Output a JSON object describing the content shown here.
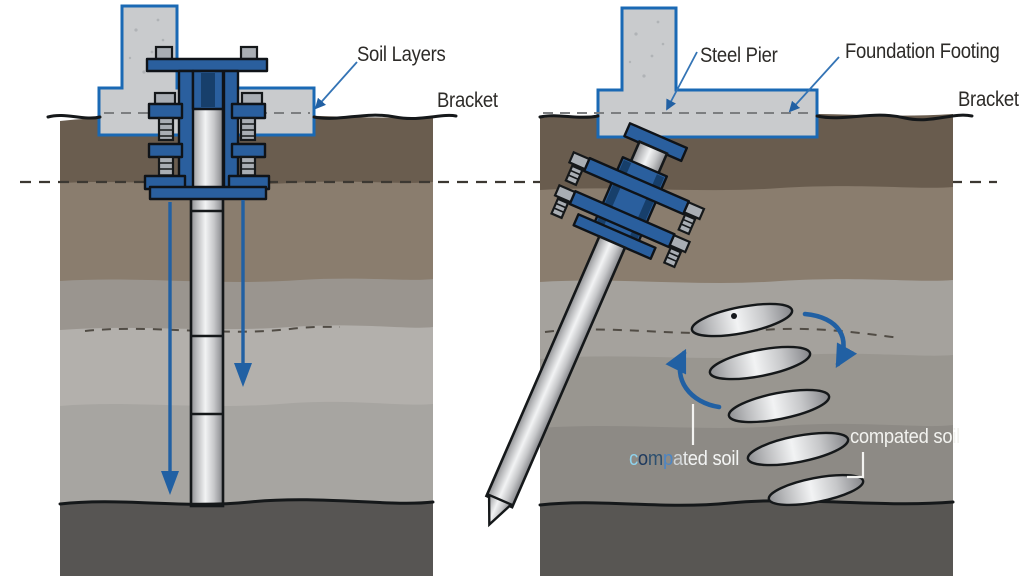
{
  "diagram": {
    "left_panel": {
      "labels": {
        "soil_layers": "Soil Layers",
        "bracket": "Bracket"
      },
      "icons": [
        "down-arrow",
        "down-arrow"
      ]
    },
    "right_panel": {
      "labels": {
        "steel_pier": "Steel Pier",
        "foundation_footing": "Foundation Footing",
        "bracket": "Bracket",
        "compacted_soil_left": "compated soil",
        "compacted_soil_right": "compated soil"
      },
      "compacted_soil_left_letters": [
        {
          "ch": "c",
          "color": "#8ed2ec"
        },
        {
          "ch": "o",
          "color": "#1f3a5e"
        },
        {
          "ch": "m",
          "color": "#2d5070"
        },
        {
          "ch": "p",
          "color": "#4d86c4"
        },
        {
          "ch": "a",
          "color": "#cfd3d6"
        },
        {
          "ch": "t",
          "color": "#e9ebeb"
        },
        {
          "ch": "e",
          "color": "#f2f3f3"
        },
        {
          "ch": "d",
          "color": "#f2f3f3"
        },
        {
          "ch": " "
        },
        {
          "ch": "s",
          "color": "#f4f5f4"
        },
        {
          "ch": "o",
          "color": "#f4f5f4"
        },
        {
          "ch": "i",
          "color": "#f4f5f4"
        },
        {
          "ch": "l",
          "color": "#f4f5f4"
        }
      ],
      "icons": [
        "rotate-ccw-arrow",
        "rotate-cw-arrow"
      ]
    },
    "colors": {
      "steelBlue": "#2a5f9e",
      "steelBlueDark": "#173f6b",
      "concrete": "#c9cbcd",
      "concreteOutline": "#1a69b4",
      "arrowBlue": "#2160a3",
      "leaderBlue": "#3474b5",
      "labelDark": "#2d2b28",
      "labelWhite": "#f2f2ef",
      "dashDark": "#3c3832",
      "soilL1": "#6a5d4f",
      "soilL2": "#8a7d6e",
      "soilL3": "#9a958f",
      "soilL4": "#b3b0ac",
      "soilL5": "#a7a5a1",
      "soilL6": "#575553",
      "soilR1": "#695c4e",
      "soilR2": "#8a7d6e",
      "soilR3": "#a5a29d",
      "soilR4": "#999690",
      "soilR5": "#8d8a85",
      "soilR6": "#585653"
    }
  }
}
